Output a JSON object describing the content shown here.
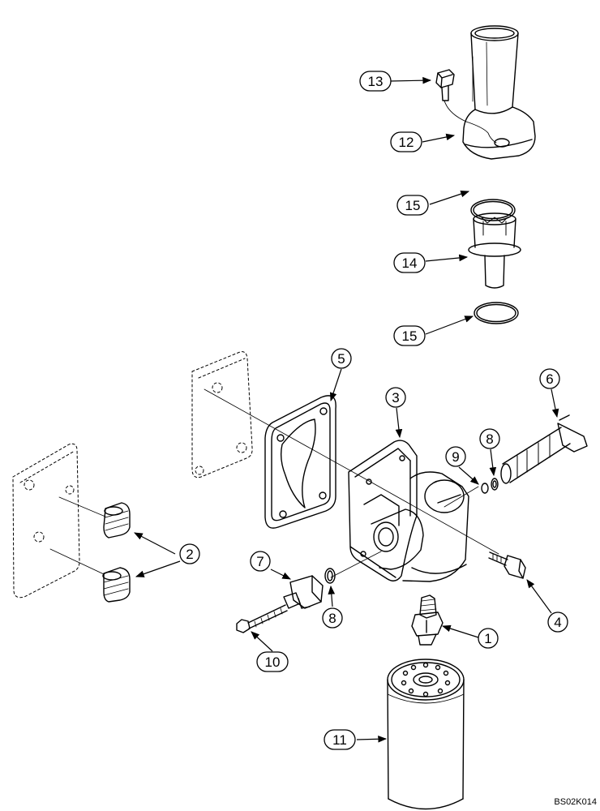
{
  "diagram": {
    "reference_code": "BS02K014",
    "callouts": [
      {
        "id": "c13",
        "number": "13"
      },
      {
        "id": "c12",
        "number": "12"
      },
      {
        "id": "c15a",
        "number": "15"
      },
      {
        "id": "c14",
        "number": "14"
      },
      {
        "id": "c15b",
        "number": "15"
      },
      {
        "id": "c5",
        "number": "5"
      },
      {
        "id": "c3",
        "number": "3"
      },
      {
        "id": "c6",
        "number": "6"
      },
      {
        "id": "c9",
        "number": "9"
      },
      {
        "id": "c8a",
        "number": "8"
      },
      {
        "id": "c2",
        "number": "2"
      },
      {
        "id": "c7",
        "number": "7"
      },
      {
        "id": "c8b",
        "number": "8"
      },
      {
        "id": "c4",
        "number": "4"
      },
      {
        "id": "c1",
        "number": "1"
      },
      {
        "id": "c10",
        "number": "10"
      },
      {
        "id": "c11",
        "number": "11"
      }
    ]
  }
}
